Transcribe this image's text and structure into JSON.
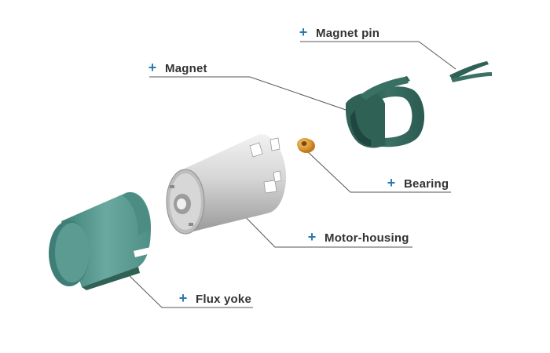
{
  "labels": {
    "magnet_pin": "Magnet pin",
    "magnet": "Magnet",
    "bearing": "Bearing",
    "motor_housing": "Motor-housing",
    "flux_yoke": "Flux yoke",
    "plus_symbol": "+"
  },
  "colors": {
    "accent": "#2a7ab0",
    "text": "#333333",
    "leader_line": "#555555",
    "magnet_green": "#2f6155",
    "yoke_teal": "#5c9d95",
    "housing_grey": "#c9c9c9",
    "bearing_orange": "#e39a2c"
  },
  "icons": {
    "expand": "plus-icon"
  }
}
